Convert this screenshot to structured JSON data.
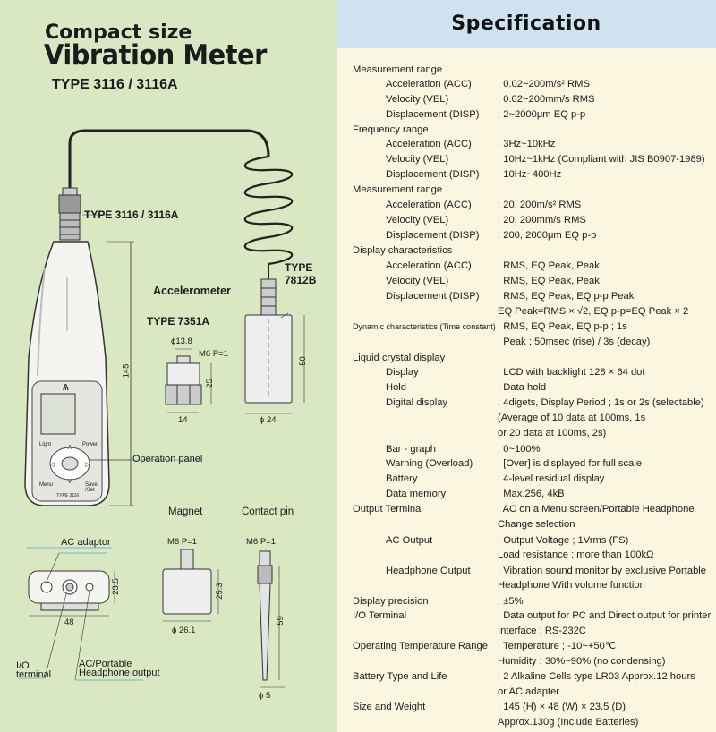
{
  "left": {
    "title_line1": "Compact size",
    "title_line2": "Vibration Meter",
    "title_line3": "TYPE 3116 / 3116A",
    "meter_label": "TYPE 3116 / 3116A",
    "accelerometer_label": "Accelerometer",
    "type_7351a": "TYPE 7351A",
    "type_7812b_line1": "TYPE",
    "type_7812b_line2": "7812B",
    "dim_phi138": "ϕ13.8",
    "dim_m6_1": "M6 P=1",
    "dim_25": "25",
    "dim_14": "14",
    "dim_50": "50",
    "dim_phi24": "ϕ 24",
    "dim_145": "145",
    "operation_panel": "Operation panel",
    "device_btn_light": "Light",
    "device_btn_power": "Power",
    "device_btn_menu": "Menu",
    "device_btn_save": "Save\n/Set",
    "device_model": "TYPE 3116",
    "magnet_label": "Magnet",
    "contact_pin_label": "Contact pin",
    "magnet_m6": "M6 P=1",
    "pin_m6": "M6 P=1",
    "dim_253": "25.3",
    "dim_phi261": "ϕ 26.1",
    "dim_59": "59",
    "dim_phi5": "ϕ 5",
    "ac_adaptor": "AC adaptor",
    "dim_235": "23.5",
    "dim_48": "48",
    "io_terminal_l1": "I/O",
    "io_terminal_l2": "terminal",
    "ac_portable_l1": "AC/Portable",
    "ac_portable_l2": "Headphone output"
  },
  "spec": {
    "title": "Specification",
    "rows": [
      {
        "k0": "Measurement range",
        "k1": "",
        "v": ""
      },
      {
        "k0": "",
        "k1": "Acceleration (ACC)",
        "v": ": 0.02~200m/s² RMS"
      },
      {
        "k0": "",
        "k1": "Velocity (VEL)",
        "v": ": 0.02~200mm/s RMS"
      },
      {
        "k0": "",
        "k1": "Displacement (DISP)",
        "v": ": 2~2000μm EQ p-p"
      },
      {
        "k0": "Frequency range",
        "k1": "",
        "v": ""
      },
      {
        "k0": "",
        "k1": "Acceleration (ACC)",
        "v": ": 3Hz~10kHz"
      },
      {
        "k0": "",
        "k1": "Velocity (VEL)",
        "v": ": 10Hz~1kHz (Compliant with JIS B0907-1989)"
      },
      {
        "k0": "",
        "k1": "Displacement (DISP)",
        "v": ": 10Hz~400Hz"
      },
      {
        "k0": "Measurement range",
        "k1": "",
        "v": ""
      },
      {
        "k0": "",
        "k1": "Acceleration (ACC)",
        "v": ": 20, 200m/s² RMS"
      },
      {
        "k0": "",
        "k1": "Velocity (VEL)",
        "v": ": 20, 200mm/s RMS"
      },
      {
        "k0": "",
        "k1": "Displacement (DISP)",
        "v": ": 200, 2000μm EQ p-p"
      },
      {
        "k0": "Display characteristics",
        "k1": "",
        "v": ""
      },
      {
        "k0": "",
        "k1": "Acceleration (ACC)",
        "v": ": RMS, EQ Peak, Peak"
      },
      {
        "k0": "",
        "k1": "Velocity (VEL)",
        "v": ": RMS, EQ Peak, Peak"
      },
      {
        "k0": "",
        "k1": "Displacement (DISP)",
        "v": ": RMS, EQ Peak, EQ p-p Peak"
      },
      {
        "k0": "",
        "k1": "",
        "v": "  EQ Peak=RMS × √2,  EQ p-p=EQ Peak × 2"
      },
      {
        "k0": "Dynamic characteristics (Time constant)",
        "k1": "",
        "v": ": RMS, EQ Peak, EQ p-p ; 1s",
        "small": true
      },
      {
        "k0": "",
        "k1": "",
        "v": ": Peak ; 50msec (rise) / 3s (decay)"
      },
      {
        "k0": "Liquid crystal display",
        "k1": "",
        "v": ""
      },
      {
        "k0": "",
        "k1": "Display",
        "v": ": LCD with backlight 128 × 64 dot"
      },
      {
        "k0": "",
        "k1": "Hold",
        "v": ": Data hold"
      },
      {
        "k0": "",
        "k1": "Digital display",
        "v": ": 4digets, Display Period ; 1s or 2s (selectable)"
      },
      {
        "k0": "",
        "k1": "",
        "v": "  (Average of 10 data at 100ms, 1s"
      },
      {
        "k0": "",
        "k1": "",
        "v": "                 or 20 data at 100ms, 2s)"
      },
      {
        "k0": "",
        "k1": "Bar - graph",
        "v": ": 0~100%"
      },
      {
        "k0": "",
        "k1": "Warning (Overload)",
        "v": ": [Over] is displayed for full scale"
      },
      {
        "k0": "",
        "k1": "Battery",
        "v": ": 4-level residual display"
      },
      {
        "k0": "",
        "k1": "Data memory",
        "v": ": Max.256, 4kB"
      },
      {
        "k0": "Output Terminal",
        "k1": "",
        "v": ": AC on a Menu screen/Portable Headphone"
      },
      {
        "k0": "",
        "k1": "",
        "v": "  Change selection"
      },
      {
        "k0": "",
        "k1": "AC Output",
        "v": ": Output Voltage  ; 1Vrms (FS)"
      },
      {
        "k0": "",
        "k1": "",
        "v": "  Load resistance ; more than 100kΩ"
      },
      {
        "k0": "",
        "k1": "Headphone Output",
        "v": ": Vibration sound monitor by exclusive Portable"
      },
      {
        "k0": "",
        "k1": "",
        "v": "  Headphone With volume function"
      },
      {
        "k0": "Display precision",
        "k1": "",
        "v": ": ±5%"
      },
      {
        "k0": "I/O Terminal",
        "k1": "",
        "v": ": Data output for PC and Direct output for printer"
      },
      {
        "k0": "",
        "k1": "",
        "v": "  Interface ; RS-232C"
      },
      {
        "k0": "Operating Temperature Range",
        "k1": "",
        "v": ": Temperature ; -10~+50℃"
      },
      {
        "k0": "",
        "k1": "",
        "v": "  Humidity ; 30%~90% (no condensing)"
      },
      {
        "k0": "Battery Type and Life",
        "k1": "",
        "v": ": 2 Alkaline Cells type LR03 Approx.12 hours"
      },
      {
        "k0": "",
        "k1": "",
        "v": "  or AC adapter"
      },
      {
        "k0": "Size and Weight",
        "k1": "",
        "v": ": 145 (H) × 48 (W) × 23.5 (D)"
      },
      {
        "k0": "",
        "k1": "",
        "v": "  Approx.130g (Include Batteries)"
      }
    ],
    "row_y": [
      70,
      86,
      103,
      120,
      137,
      153,
      170,
      187,
      204,
      221,
      238,
      255,
      272,
      289,
      306,
      323,
      340,
      357,
      374,
      392,
      408,
      425,
      442,
      459,
      476,
      494,
      510,
      527,
      544,
      561,
      578,
      596,
      612,
      630,
      646,
      664,
      680,
      697,
      714,
      731,
      748,
      765,
      782,
      799
    ]
  }
}
